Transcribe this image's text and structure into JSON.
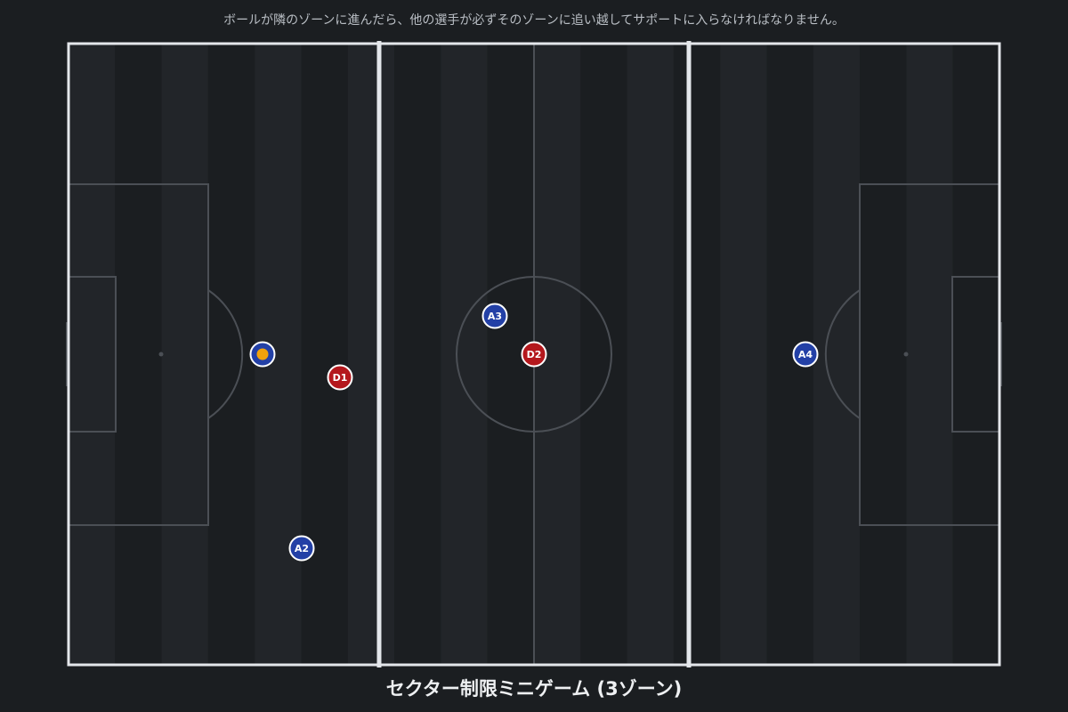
{
  "subtitle": "ボールが隣のゾーンに進んだら、他の選手が必ずそのゾーンに追い越してサポートに入らなければなりません。",
  "title": "セクター制限ミニゲーム (3ゾーン)",
  "colors": {
    "background": "#1b1e21",
    "stripe_dark": "#1b1e21",
    "stripe_light": "#222529",
    "pitch_lines": "#4b4f55",
    "zone_lines": "#e4e7eb",
    "attacker": "#2340a6",
    "defender": "#b4181d",
    "ball": "#f2a20b",
    "marker_outline": "#ffffff"
  },
  "zones": [
    "zone-1",
    "zone-2",
    "zone-3"
  ],
  "players": [
    {
      "id": "ball-carrier",
      "team": "attacker",
      "label": "",
      "has_ball": true,
      "zone": 1
    },
    {
      "id": "A2",
      "team": "attacker",
      "label": "A2",
      "has_ball": false,
      "zone": 1
    },
    {
      "id": "A3",
      "team": "attacker",
      "label": "A3",
      "has_ball": false,
      "zone": 2
    },
    {
      "id": "A4",
      "team": "attacker",
      "label": "A4",
      "has_ball": false,
      "zone": 3
    },
    {
      "id": "D1",
      "team": "defender",
      "label": "D1",
      "has_ball": false,
      "zone": 1
    },
    {
      "id": "D2",
      "team": "defender",
      "label": "D2",
      "has_ball": false,
      "zone": 2
    }
  ]
}
